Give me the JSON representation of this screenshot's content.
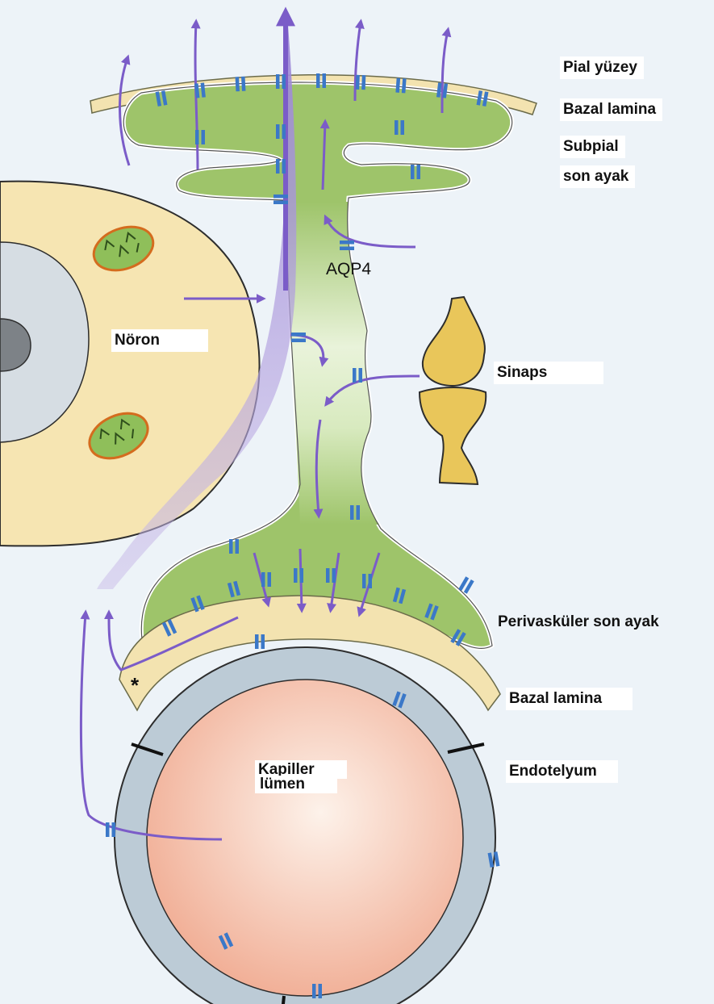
{
  "labels": {
    "pial_surface": "Pial yüzey",
    "basal_lamina_top": "Bazal lamina",
    "subpial_1": "Subpial",
    "subpial_2": "son ayak",
    "aqp4": "AQP4",
    "neuron": "Nöron",
    "synapse": "Sinaps",
    "perivascular_endfoot": "Perivasküler son ayak",
    "basal_lamina_bottom": "Bazal lamina",
    "capillary_1": "Kapiller",
    "capillary_2": "lümen",
    "endothelium": "Endotelyum",
    "asterisk": "*"
  },
  "icons": {
    "aqp4_channel": "aqp4-channel-icon",
    "mitochondrion": "mitochondrion-icon",
    "water_flow_arrow": "water-flow-arrow-icon"
  },
  "colors": {
    "background": "#edf3f8",
    "astrocyte": "#9ec46a",
    "basal_lamina": "#f3e3b0",
    "neuron": "#f6e5b2",
    "endothelium": "#bccbd6",
    "capillary_lumen": "#f2b8a0",
    "synapse": "#e9c65a",
    "aqp4": "#3b78c8",
    "water_arrow": "#7b5cc8"
  }
}
